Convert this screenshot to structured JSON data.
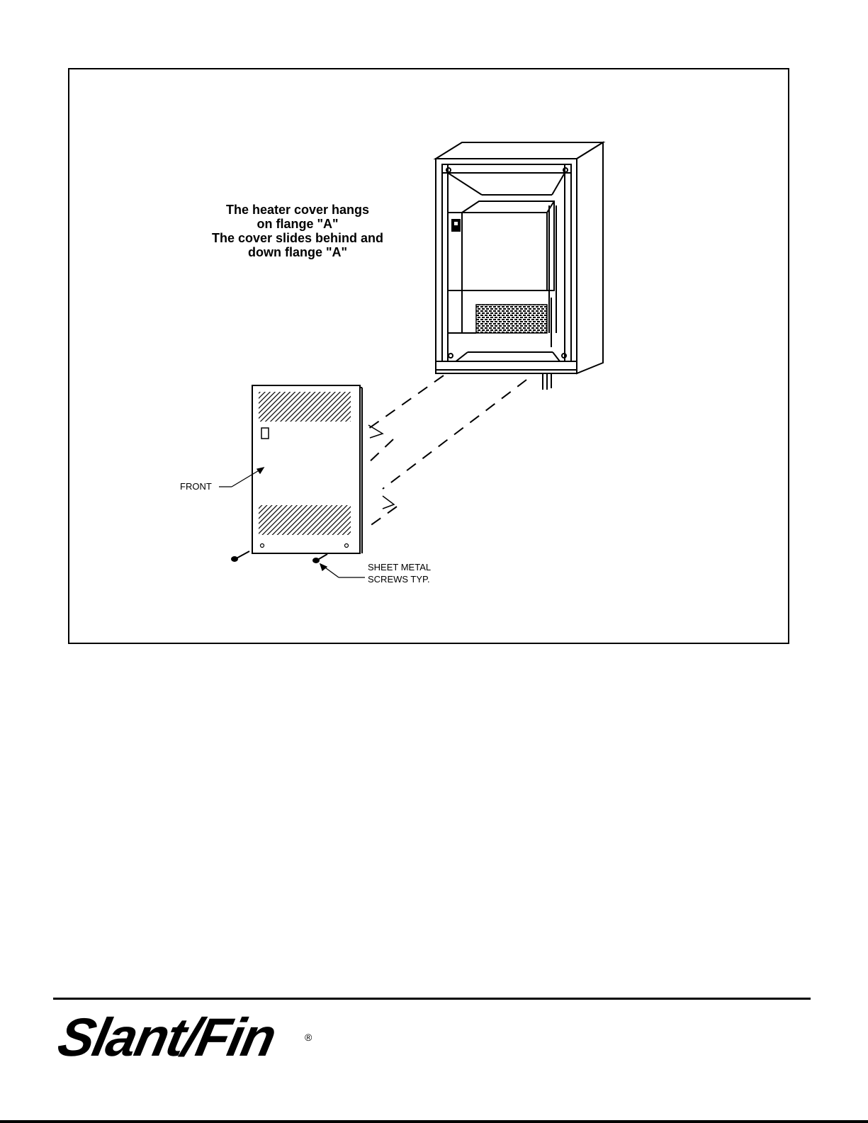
{
  "caption": {
    "line1": "The heater cover hangs",
    "line2": "on flange \"A\"",
    "line3": "The cover slides behind and",
    "line4": "down flange \"A\""
  },
  "labels": {
    "front": "FRONT",
    "screws_line1": "SHEET METAL",
    "screws_line2": "SCREWS TYP."
  },
  "footer": {
    "logo_text": "Slant/Fin",
    "registered_mark": "®"
  }
}
